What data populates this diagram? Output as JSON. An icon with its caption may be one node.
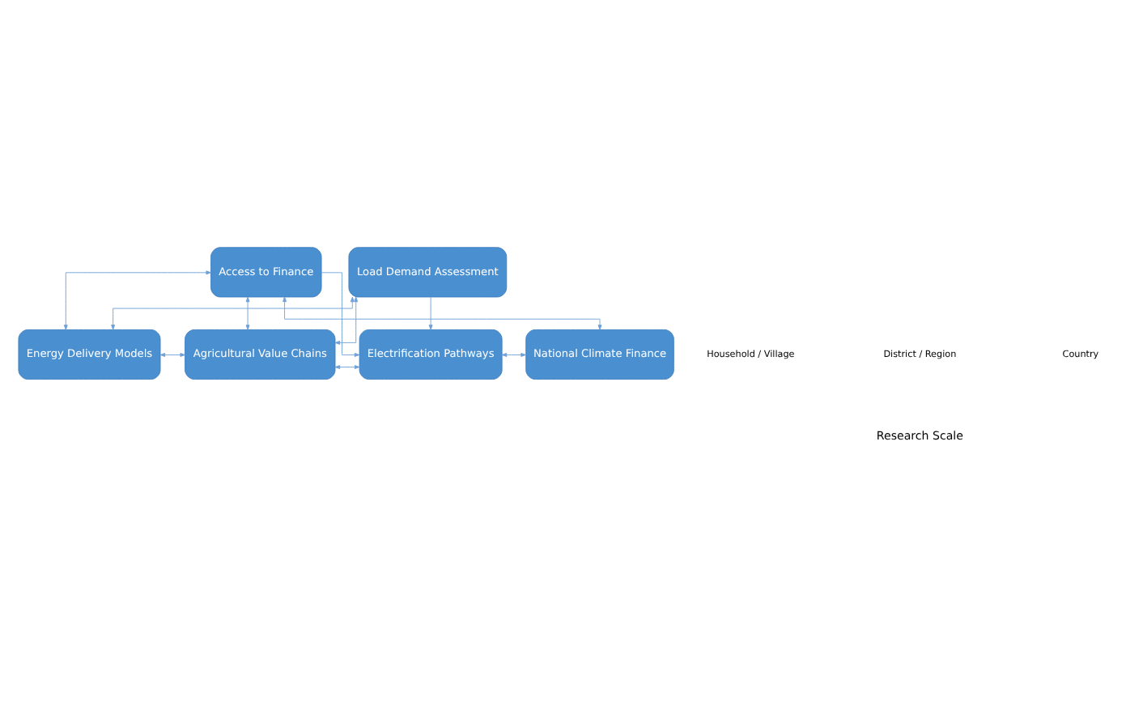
{
  "diagram": {
    "nodes": [
      {
        "text": [
          "Access to Finance"
        ]
      },
      {
        "text": [
          "Energy Delivery Models"
        ]
      },
      {
        "text": [
          "Agricultural Value Chains"
        ]
      },
      {
        "text": [
          "Electrification Pathways"
        ]
      },
      {
        "text": [
          "National Climate Finance"
        ]
      },
      {
        "text": [
          "Load Demand Assessment"
        ]
      }
    ],
    "edges": [
      {
        "from": 4,
        "to": 0,
        "arrow": "both"
      },
      {
        "from": 0,
        "to": 3,
        "arrow": "to"
      },
      {
        "from": 0,
        "to": 1,
        "arrow": "both"
      },
      {
        "from": 0,
        "to": 2,
        "arrow": "both"
      },
      {
        "from": 1,
        "to": 2,
        "arrow": "both"
      },
      {
        "from": 2,
        "to": 3,
        "arrow": "both"
      },
      {
        "from": 3,
        "to": 4,
        "arrow": "both"
      },
      {
        "from": 5,
        "to": 1,
        "arrow": "both"
      },
      {
        "from": 5,
        "to": 2,
        "arrow": "both"
      },
      {
        "from": 5,
        "to": 3,
        "arrow": "to"
      }
    ],
    "labels": [
      "Household / Village",
      "District / Region",
      "Country",
      "Research Scale"
    ]
  }
}
